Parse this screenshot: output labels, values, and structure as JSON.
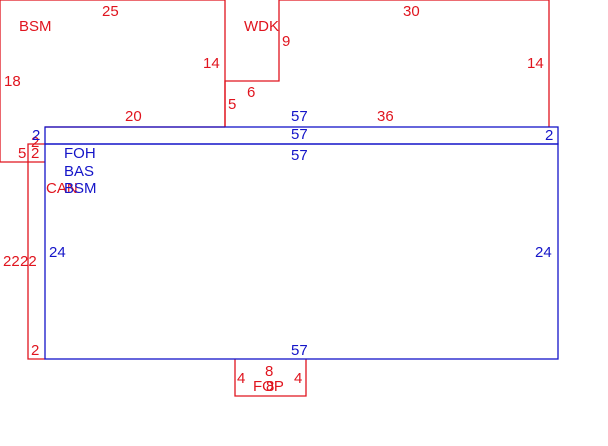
{
  "colors": {
    "red": "#e0141e",
    "blue": "#1414c8",
    "background": "#ffffff"
  },
  "area_labels": {
    "bsm_upper": "BSM",
    "wdk": "WDK",
    "foh": "FOH",
    "bas": "BAS",
    "bsm_lower": "BSM",
    "can": "CAN",
    "fop": "FOP"
  },
  "dimensions": {
    "bsm_top": "25",
    "bsm_left": "18",
    "bsm_right": "14",
    "bsm_bottom": "20",
    "step_bottom": "5",
    "step_width": "6",
    "wdk_right": "9",
    "wing_top": "30",
    "wing_right": "14",
    "wing_bottom": "36",
    "strip_left": "2",
    "strip_top": "57",
    "strip_mid": "57",
    "strip_right": "2",
    "main_top": "57",
    "main_left": "24",
    "main_right": "24",
    "main_bottom": "57",
    "ell_five": "5",
    "ell_two_a": "2",
    "ell_two_b": "2",
    "ell_two_bottom": "2",
    "can_left_a": "22",
    "can_left_b": "22",
    "fop_left": "4",
    "fop_top": "8",
    "fop_right": "4",
    "fop_inner": "8"
  }
}
